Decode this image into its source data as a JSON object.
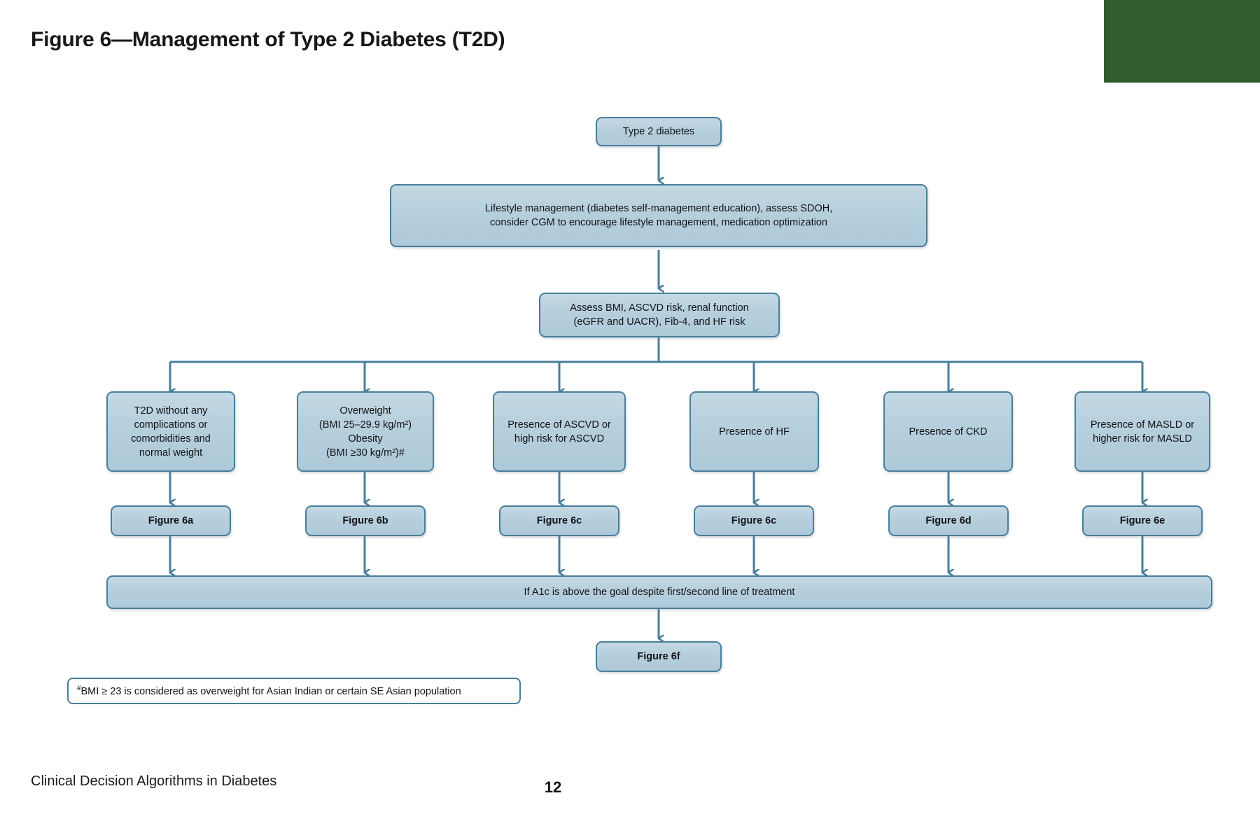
{
  "title": "Figure 6—Management of Type 2 Diabetes (T2D)",
  "theme": {
    "node_fill": "#b6cfdd",
    "node_border": "#4a7e9b",
    "accent_green": "#2f5d2f",
    "text": "#111316",
    "page_background": "#ffffff"
  },
  "flow": {
    "start": {
      "label": "Type 2 diabetes"
    },
    "lifestyle": {
      "line1": "Lifestyle management (diabetes self-management education), assess SDOH,",
      "line2": "consider CGM to encourage lifestyle management, medication optimization"
    },
    "assess": {
      "line1": "Assess BMI, ASCVD risk, renal function",
      "line2": "(eGFR and UACR), Fib-4, and HF risk"
    },
    "branches": [
      {
        "id": "branch-no-complications",
        "lines": [
          "T2D without any",
          "complications or",
          "comorbidities and",
          "normal weight"
        ],
        "figure": "Figure 6a"
      },
      {
        "id": "branch-overweight-obesity",
        "lines": [
          "Overweight",
          "(BMI 25–29.9 kg/m²)",
          "Obesity",
          "(BMI ≥30 kg/m²)#"
        ],
        "figure": "Figure 6b"
      },
      {
        "id": "branch-ascvd",
        "lines": [
          "Presence of ASCVD or",
          "high risk for ASCVD"
        ],
        "figure": "Figure 6c"
      },
      {
        "id": "branch-hf",
        "lines": [
          "Presence of HF"
        ],
        "figure": "Figure 6c"
      },
      {
        "id": "branch-ckd",
        "lines": [
          "Presence of CKD"
        ],
        "figure": "Figure 6d"
      },
      {
        "id": "branch-masld",
        "lines": [
          "Presence of MASLD or",
          "higher risk for MASLD"
        ],
        "figure": "Figure 6e"
      }
    ],
    "a1c": {
      "label": "If A1c is above the goal despite first/second line of treatment"
    },
    "final": {
      "label": "Figure 6f"
    },
    "footnote": {
      "marker": "#",
      "text": "BMI ≥ 23 is considered as overweight for Asian Indian or certain SE Asian population"
    }
  },
  "footer": {
    "label": "Clinical Decision Algorithms in Diabetes",
    "page_number": "12"
  }
}
